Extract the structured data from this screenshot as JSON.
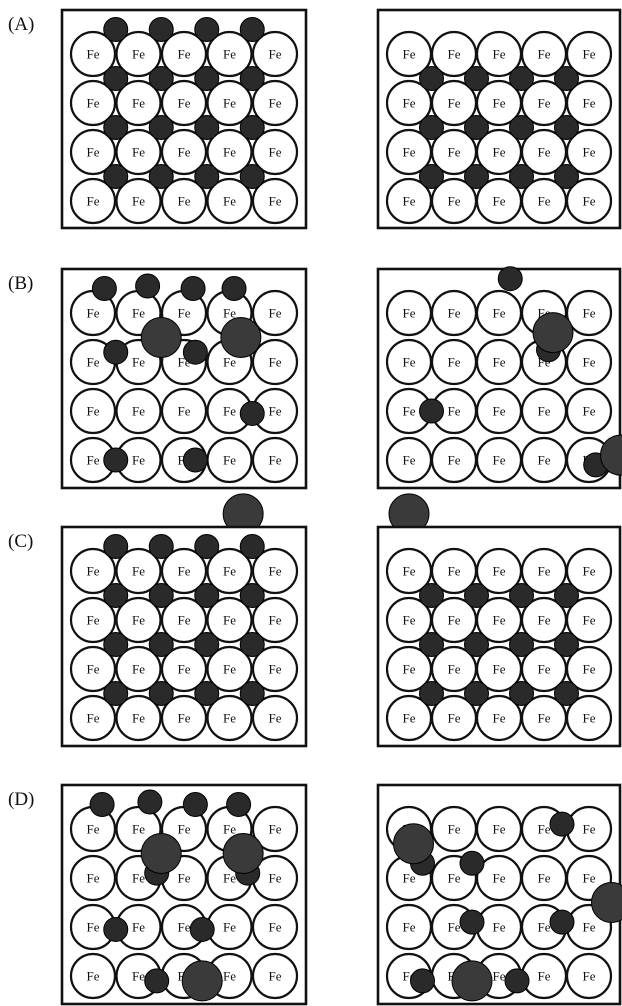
{
  "atom_label": "Fe",
  "colors": {
    "frame": "#111111",
    "atom_fill": "#ffffff",
    "dark_atom": "#2a2a2a",
    "large_dark_atom": "#3a3a3a"
  },
  "rows": [
    {
      "label": "(A)",
      "panels": [
        {
          "small": [
            [
              1,
              0.0
            ],
            [
              2,
              0.0
            ],
            [
              3,
              0.0
            ],
            [
              4,
              0.0
            ],
            [
              1,
              1
            ],
            [
              2,
              1
            ],
            [
              3,
              1
            ],
            [
              4,
              1
            ],
            [
              1,
              2
            ],
            [
              2,
              2
            ],
            [
              3,
              2
            ],
            [
              4,
              2
            ],
            [
              1,
              3
            ],
            [
              2,
              3
            ],
            [
              3,
              3
            ],
            [
              4,
              3
            ]
          ],
          "large": []
        },
        {
          "small": [
            [
              1,
              1
            ],
            [
              2,
              1
            ],
            [
              3,
              1
            ],
            [
              4,
              1
            ],
            [
              1,
              2
            ],
            [
              2,
              2
            ],
            [
              3,
              2
            ],
            [
              4,
              2
            ],
            [
              1,
              3
            ],
            [
              2,
              3
            ],
            [
              3,
              3
            ],
            [
              4,
              3
            ]
          ],
          "large": []
        }
      ]
    },
    {
      "label": "(B)",
      "panels": [
        {
          "small": [
            [
              0.75,
              0.0
            ],
            [
              1.7,
              -0.05
            ],
            [
              2.7,
              0.0
            ],
            [
              3.6,
              0.0
            ],
            [
              1.0,
              1.3
            ],
            [
              2.75,
              1.3
            ],
            [
              4.0,
              2.55
            ],
            [
              1.0,
              3.5
            ],
            [
              2.75,
              3.5
            ]
          ],
          "large": [
            [
              1.5,
              0.5
            ],
            [
              3.25,
              0.5
            ],
            [
              3.3,
              4.1
            ]
          ]
        },
        {
          "small": [
            [
              2.75,
              -0.2
            ],
            [
              3.6,
              1.25
            ],
            [
              1.0,
              2.5
            ],
            [
              4.65,
              3.6
            ]
          ],
          "large": [
            [
              3.2,
              0.4
            ],
            [
              4.7,
              2.9
            ],
            [
              0.0,
              4.1
            ]
          ]
        }
      ]
    },
    {
      "label": "(C)",
      "panels": [
        {
          "small": [
            [
              1,
              0.0
            ],
            [
              2,
              0.0
            ],
            [
              3,
              0.0
            ],
            [
              4,
              0.0
            ],
            [
              1,
              1
            ],
            [
              2,
              1
            ],
            [
              3,
              1
            ],
            [
              4,
              1
            ],
            [
              1,
              2
            ],
            [
              2,
              2
            ],
            [
              3,
              2
            ],
            [
              4,
              2
            ],
            [
              1,
              3
            ],
            [
              2,
              3
            ],
            [
              3,
              3
            ],
            [
              4,
              3
            ]
          ],
          "large": []
        },
        {
          "small": [
            [
              1,
              1
            ],
            [
              2,
              1
            ],
            [
              3,
              1
            ],
            [
              4,
              1
            ],
            [
              1,
              2
            ],
            [
              2,
              2
            ],
            [
              3,
              2
            ],
            [
              4,
              2
            ],
            [
              1,
              3
            ],
            [
              2,
              3
            ],
            [
              3,
              3
            ],
            [
              4,
              3
            ]
          ],
          "large": []
        }
      ]
    },
    {
      "label": "(D)",
      "panels": [
        {
          "small": [
            [
              0.7,
              0.0
            ],
            [
              1.75,
              -0.05
            ],
            [
              2.75,
              0.0
            ],
            [
              3.7,
              0.0
            ],
            [
              1.9,
              1.4
            ],
            [
              3.9,
              1.4
            ],
            [
              1.0,
              2.55
            ],
            [
              2.9,
              2.55
            ],
            [
              1.9,
              3.6
            ]
          ],
          "large": [
            [
              1.5,
              0.5
            ],
            [
              3.3,
              0.5
            ],
            [
              2.4,
              3.1
            ]
          ]
        },
        {
          "small": [
            [
              0.8,
              1.2
            ],
            [
              1.9,
              1.2
            ],
            [
              3.9,
              0.4
            ],
            [
              3.9,
              2.4
            ],
            [
              1.9,
              2.4
            ],
            [
              0.8,
              3.6
            ],
            [
              2.9,
              3.6
            ]
          ],
          "large": [
            [
              0.1,
              0.3
            ],
            [
              4.5,
              1.5
            ],
            [
              1.4,
              3.1
            ]
          ]
        }
      ]
    }
  ]
}
